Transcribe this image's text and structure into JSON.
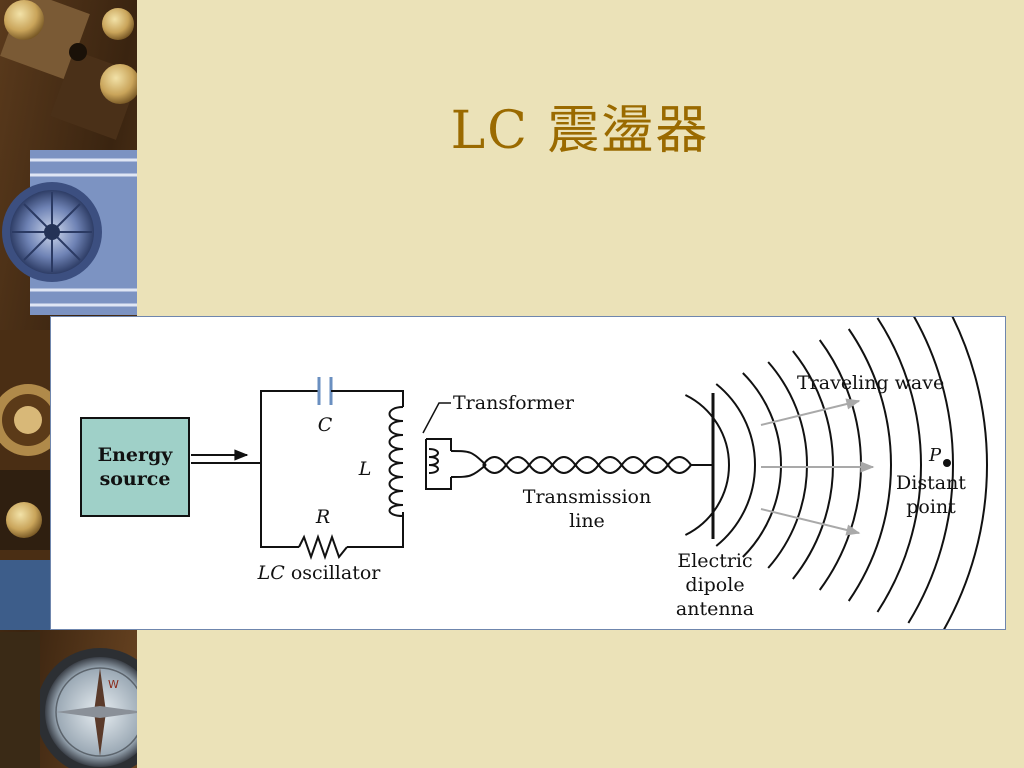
{
  "slide": {
    "title": "LC 震盪器"
  },
  "diagram": {
    "energy_source": "Energy\nsource",
    "capacitor": "C",
    "inductor": "L",
    "resistor": "R",
    "oscillator_label": {
      "italic": "LC",
      "rest": " oscillator"
    },
    "transformer": "Transformer",
    "transmission_line": "Transmission\nline",
    "antenna": "Electric\ndipole\nantenna",
    "traveling_wave": "Traveling wave",
    "point_symbol": "P",
    "distant_point": "Distant\npoint"
  },
  "colors": {
    "background": "#ebe2b8",
    "title": "#9a6a00",
    "energy_box": "#9fd0c8",
    "capacitor_plates": "#6a8fc0",
    "panel_border": "#6f86ad"
  }
}
